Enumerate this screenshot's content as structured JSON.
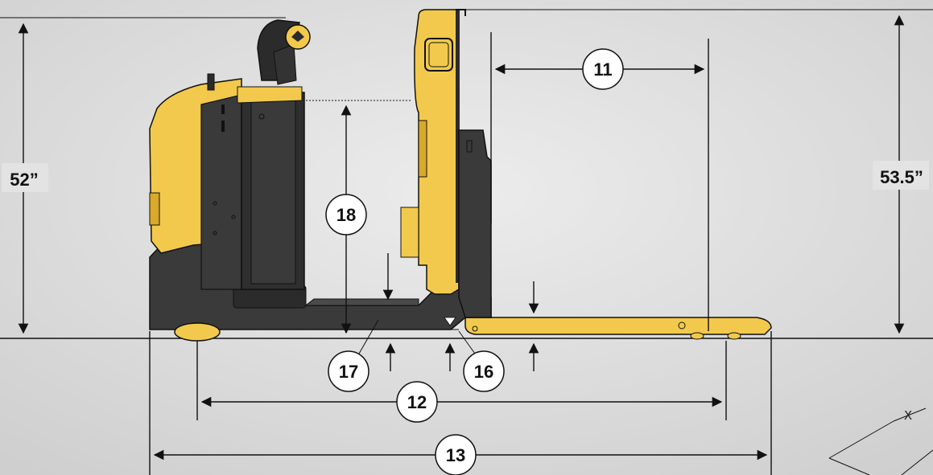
{
  "diagram": {
    "dimensions": {
      "left_height": "52”",
      "right_height": "53.5”"
    },
    "callouts": {
      "c11": "11",
      "c12": "12",
      "c13": "13",
      "c16": "16",
      "c17": "17",
      "c18": "18"
    },
    "inset_axis": "X"
  },
  "colors": {
    "background": "#dcdcdc",
    "body_dark": "#3a3a3a",
    "body_darker": "#2b2b2b",
    "yellow": "#f2c94c",
    "yellow_shade": "#d9a92a",
    "line": "#111111"
  }
}
